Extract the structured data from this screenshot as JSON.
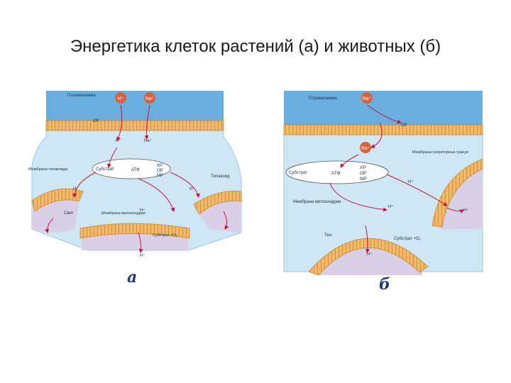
{
  "slide": {
    "title": "Энергетика клеток растений (а) и животных (б)"
  },
  "figure_a": {
    "caption": "а",
    "labels": {
      "plasma_membrane": "Плазмалемма",
      "h_plus": "H⁺",
      "na_plus": "Na⁺",
      "op": "OP",
      "substrate": "Субстрат",
      "atp": "АТФ",
      "xp": "ХР",
      "mp": "МР",
      "thylakoid_membrane": "Мембрана тилакоида",
      "thylakoid": "Тилакоид",
      "light": "Свет",
      "mito_membrane": "Мембрана митохондрии",
      "substrate_o2": "Субстрат +O₂"
    }
  },
  "figure_b": {
    "caption": "б",
    "labels": {
      "plasma_membrane": "Плазмалемма",
      "h_plus": "H⁺",
      "na_plus": "Na⁺",
      "op": "OP",
      "substrate": "Субстрат",
      "atp": "АТФ",
      "xp": "ХР",
      "mp": "МР",
      "secretory_membrane": "Мембрана секреторных гранул",
      "mito_membrane": "Мембрана митохондрии",
      "substrate_o2": "Субстрат +O₂",
      "ten": "Тен"
    }
  },
  "colors": {
    "cell_fill": "#cfe6f5",
    "outer_blue": "#6aaee0",
    "membrane": "#f2b96a",
    "membrane_dark": "#c9862f",
    "ion": "#d9603b",
    "arrow": "#c8103a",
    "compartment": "#d9d0e8",
    "caption": "#1f3b78"
  }
}
